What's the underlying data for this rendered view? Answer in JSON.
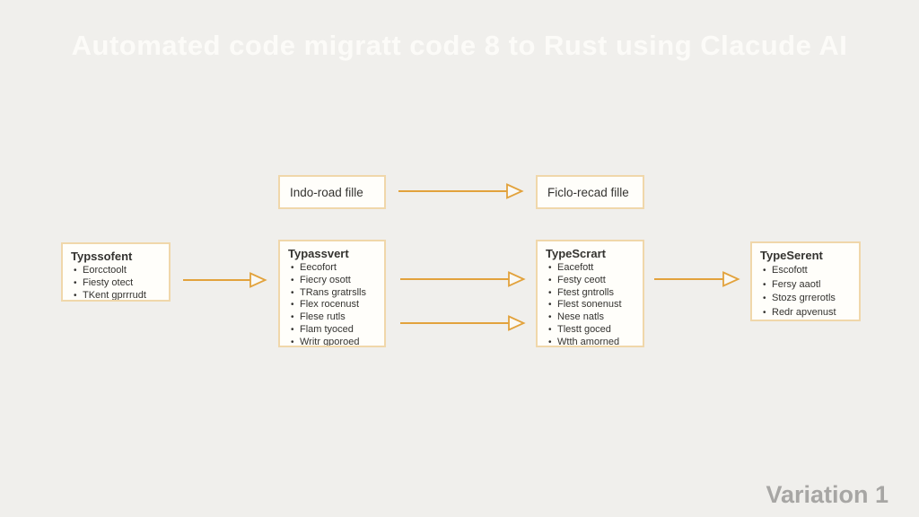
{
  "page": {
    "title": "Automated code migratt code 8 to Rust using Clacude AI",
    "watermark": "Variation 1"
  },
  "colors": {
    "background": "#f0efec",
    "title_text": "#fcfbf8",
    "box_fill": "#fffefa",
    "box_border": "#f0d7aa",
    "box_text": "#343330",
    "arrow": "#e2a23c",
    "arrowhead_fill": "#faf9f5",
    "watermark_text": "#a7a6a4"
  },
  "diagram": {
    "top_row": {
      "left_box_label": "Indo-road fille",
      "right_box_label": "Ficlo-recad fille"
    },
    "boxes": [
      {
        "title": "Typssofent",
        "bullets": [
          "Eorcctoolt",
          "Fiesty otect",
          "TKent gprrrudt"
        ]
      },
      {
        "title": "Typassvert",
        "bullets": [
          "Eecofort",
          "Fiecry osott",
          "TRans gratrslls",
          "Flex rocenust",
          "Flese rutls",
          "Flam tyoced",
          "Writr gporoed"
        ]
      },
      {
        "title": "TypeScrart",
        "bullets": [
          "Eacefott",
          "Festy ceott",
          "Ftest gntrolls",
          "Flest sonenust",
          "Nese natls",
          "Tlestt goced",
          "Wtth amorned"
        ]
      },
      {
        "title": "TypeSerent",
        "bullets": [
          "Escofott",
          "Fersy aaotl",
          "Stozs grrerotls",
          "Redr apvenust"
        ]
      }
    ]
  }
}
